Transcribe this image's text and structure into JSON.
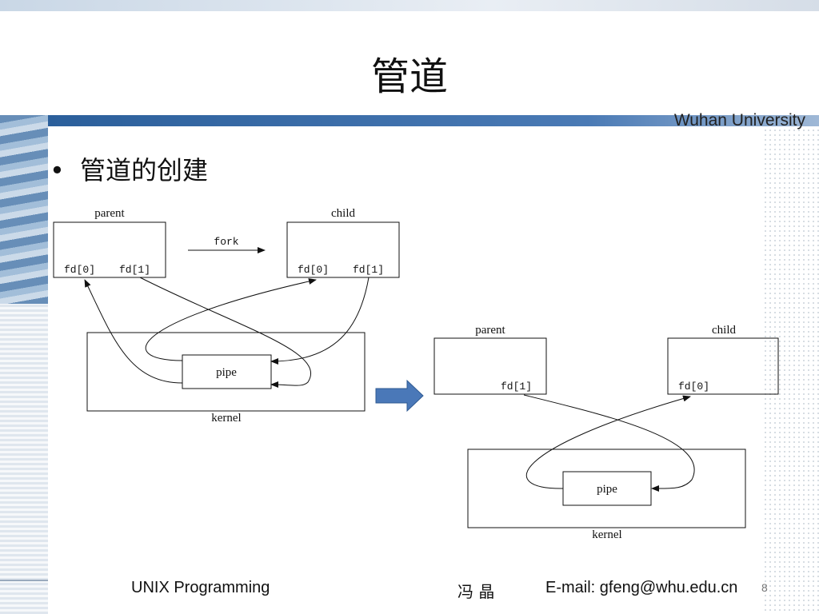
{
  "slide": {
    "title": "管道",
    "org": "Wuhan University",
    "bullet": "管道的创建"
  },
  "diagram_before": {
    "parent_label": "parent",
    "child_label": "child",
    "fork_label": "fork",
    "parent_fd0": "fd[0]",
    "parent_fd1": "fd[1]",
    "child_fd0": "fd[0]",
    "child_fd1": "fd[1]",
    "pipe_label": "pipe",
    "kernel_label": "kernel"
  },
  "diagram_after": {
    "parent_label": "parent",
    "child_label": "child",
    "parent_fd": "fd[1]",
    "child_fd": "fd[0]",
    "pipe_label": "pipe",
    "kernel_label": "kernel"
  },
  "footer": {
    "course": "UNIX Programming",
    "author": "冯 晶",
    "email": "E-mail: gfeng@whu.edu.cn",
    "page": "8"
  },
  "colors": {
    "accent": "#2b5f9b",
    "arrow": "#4a78b8"
  }
}
